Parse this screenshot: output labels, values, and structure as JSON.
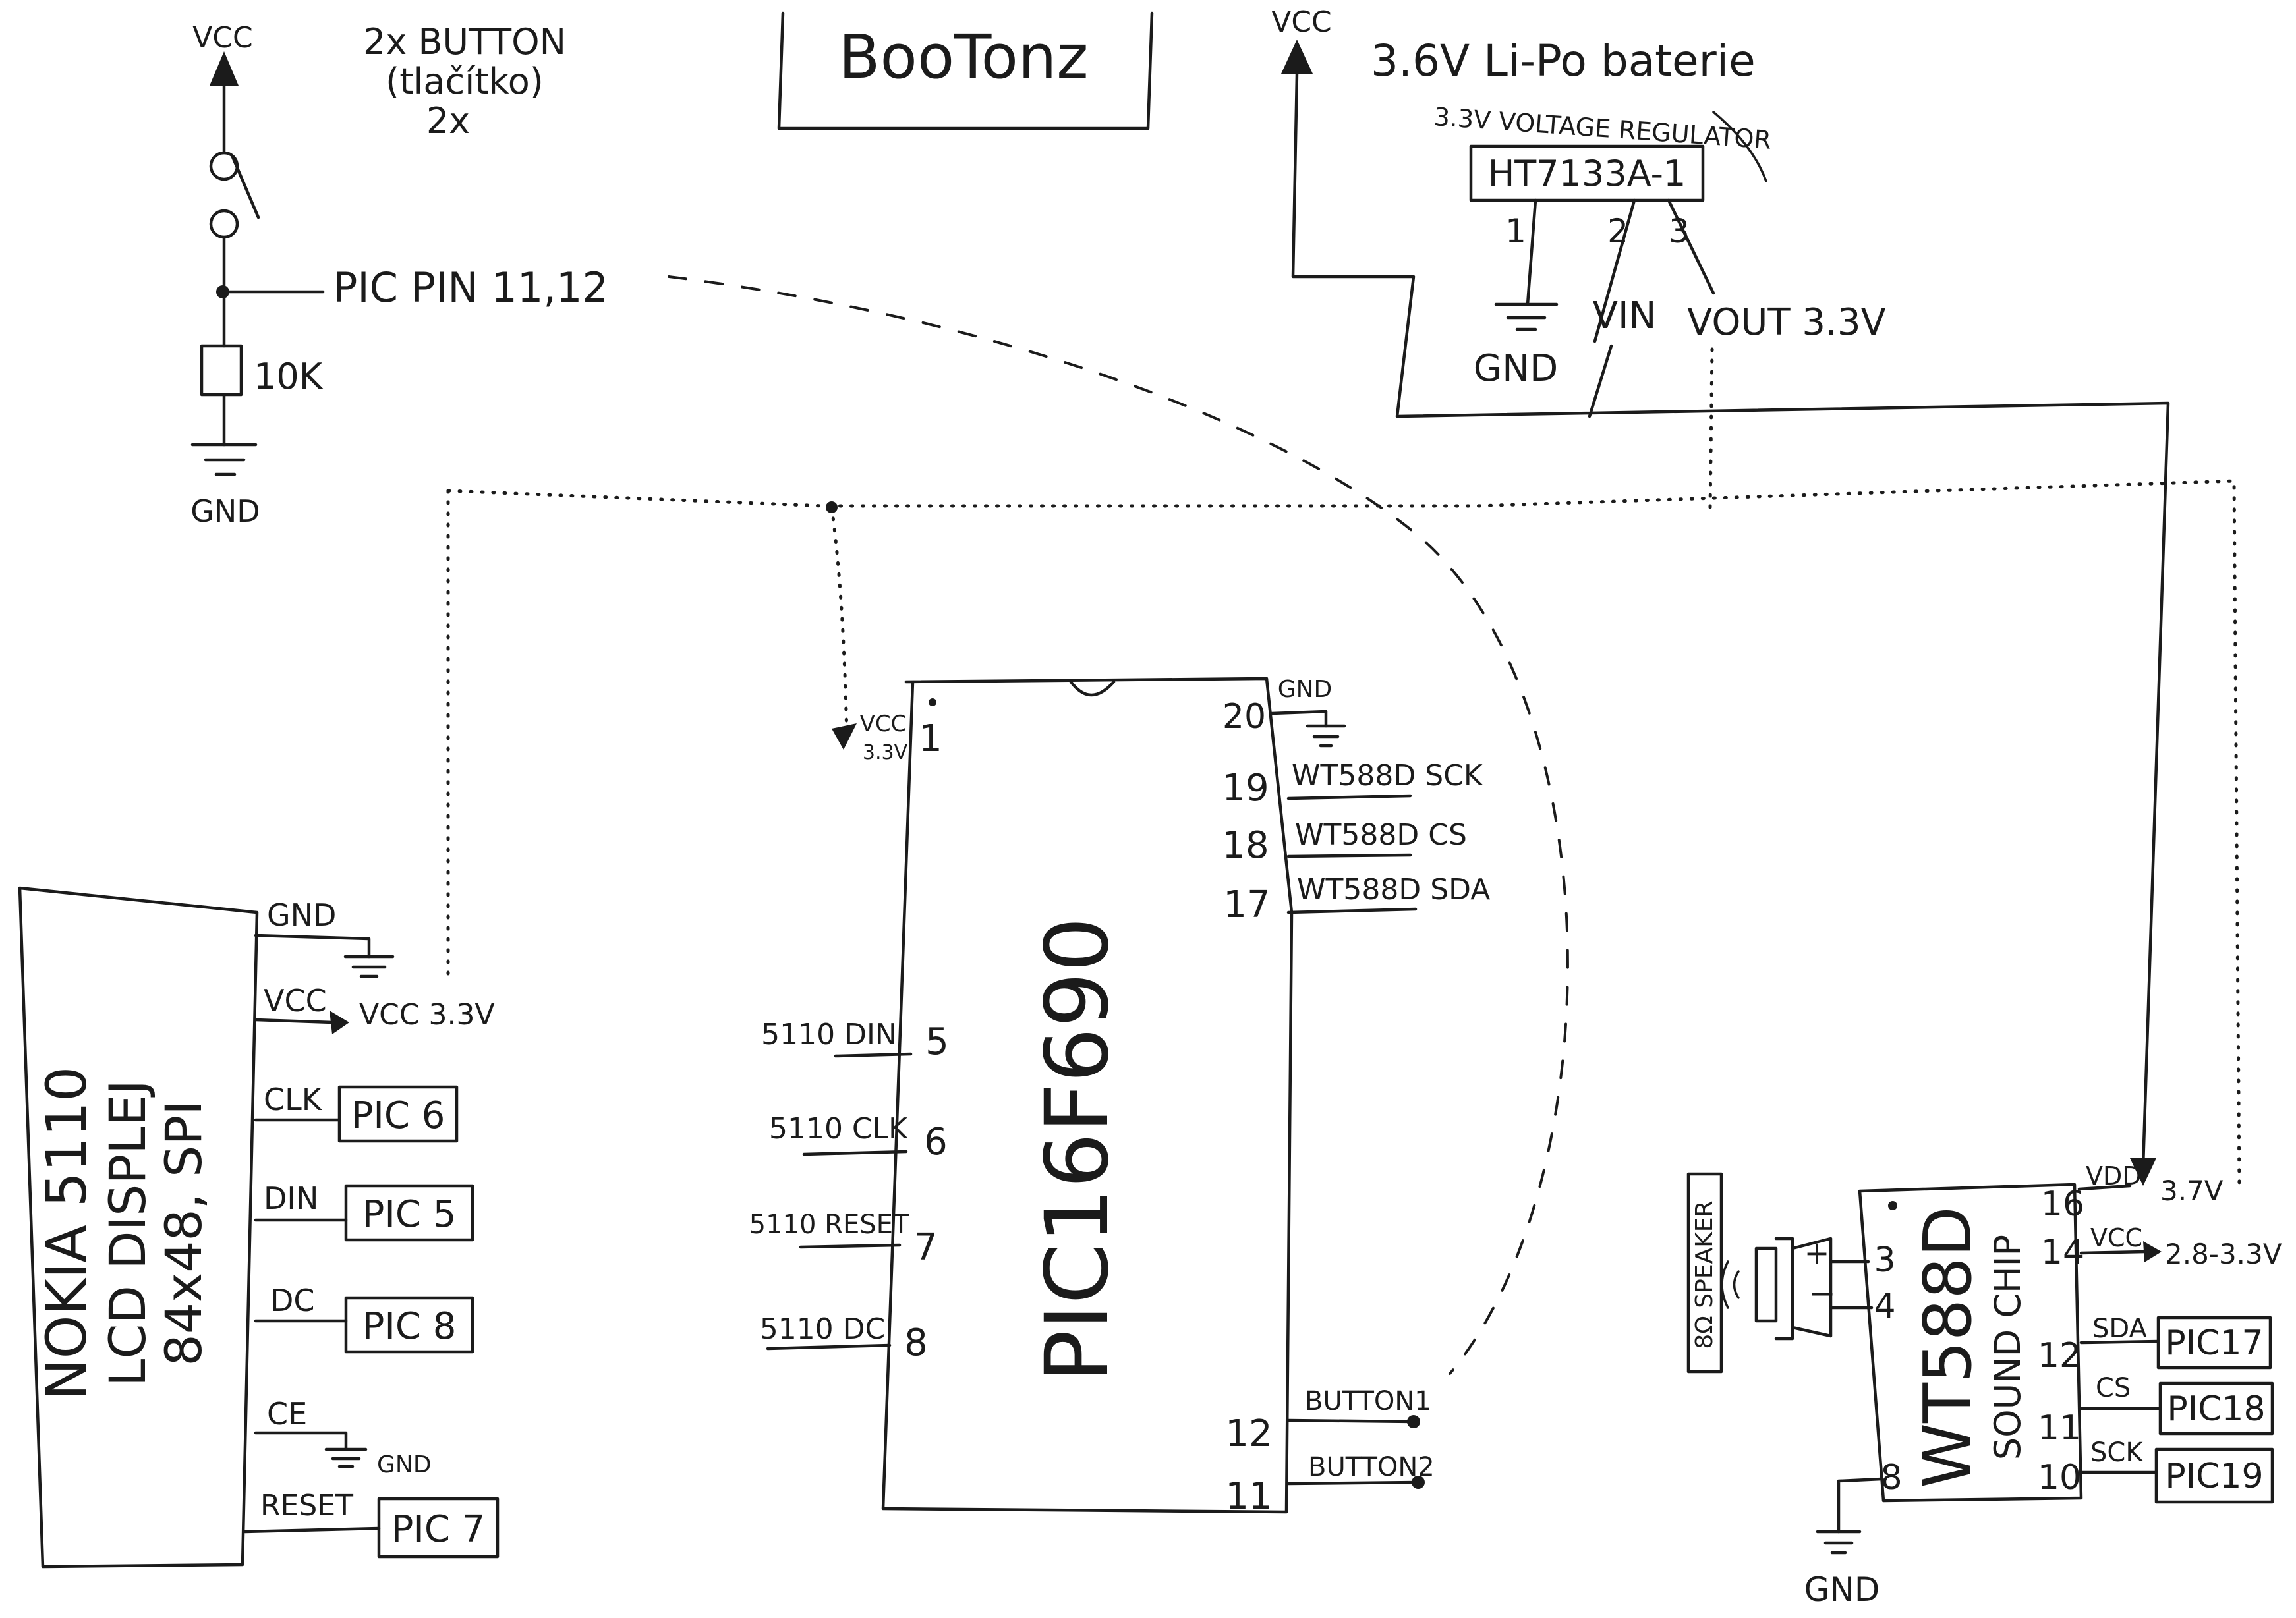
{
  "title": "BooTonz",
  "button_circuit": {
    "vcc": "VCC",
    "heading_line1": "2x BUTTON",
    "heading_line2": "(tlačítko)",
    "heading_line3": "2x",
    "pic_pin": "PIC PIN 11,12",
    "resistor": "10K",
    "gnd": "GND"
  },
  "power": {
    "vcc": "VCC",
    "battery": "3.6V Li-Po baterie",
    "regulator_caption": "3.3V VOLTAGE REGULATOR",
    "regulator_part": "HT7133A-1",
    "pin1": "1",
    "pin2": "2",
    "pin3": "3",
    "gnd": "GND",
    "vin": "VIN",
    "vout": "VOUT 3.3V"
  },
  "pic": {
    "name": "PIC16F690",
    "vcc_label": "VCC",
    "vcc_value": "3.3V",
    "gnd": "GND",
    "left_pins": [
      {
        "num": "1",
        "label": ""
      },
      {
        "num": "5",
        "label": "5110 DIN"
      },
      {
        "num": "6",
        "label": "5110 CLK"
      },
      {
        "num": "7",
        "label": "5110 RESET"
      },
      {
        "num": "8",
        "label": "5110 DC"
      }
    ],
    "right_pins": [
      {
        "num": "20",
        "label": ""
      },
      {
        "num": "19",
        "label": "WT588D SCK"
      },
      {
        "num": "18",
        "label": "WT588D CS"
      },
      {
        "num": "17",
        "label": "WT588D SDA"
      },
      {
        "num": "12",
        "label": "BUTTON1"
      },
      {
        "num": "11",
        "label": "BUTTON2"
      }
    ]
  },
  "lcd": {
    "name_line1": "NOKIA 5110",
    "name_line2": "LCD DISPLEJ",
    "name_line3": "84x48, SPI",
    "pins": [
      {
        "label": "GND",
        "target": ""
      },
      {
        "label": "VCC",
        "target": "VCC 3.3V"
      },
      {
        "label": "CLK",
        "target": "PIC 6"
      },
      {
        "label": "DIN",
        "target": "PIC 5"
      },
      {
        "label": "DC",
        "target": "PIC 8"
      },
      {
        "label": "CE",
        "target": "GND"
      },
      {
        "label": "RESET",
        "target": "PIC 7"
      }
    ]
  },
  "wt588d": {
    "name": "WT588D",
    "subtitle": "SOUND CHIP",
    "speaker": "8Ω SPEAKER",
    "plus": "+",
    "minus": "−",
    "pins_left": [
      "3",
      "4",
      "8"
    ],
    "pins_right": [
      "16",
      "14",
      "12",
      "11",
      "10"
    ],
    "vdd": "VDD",
    "vdd_value": "3.7V",
    "vcc": "VCC",
    "vcc_value": "2.8-3.3V",
    "sda": "SDA",
    "cs": "CS",
    "sck": "SCK",
    "pic17": "PIC17",
    "pic18": "PIC18",
    "pic19": "PIC19",
    "gnd": "GND"
  }
}
